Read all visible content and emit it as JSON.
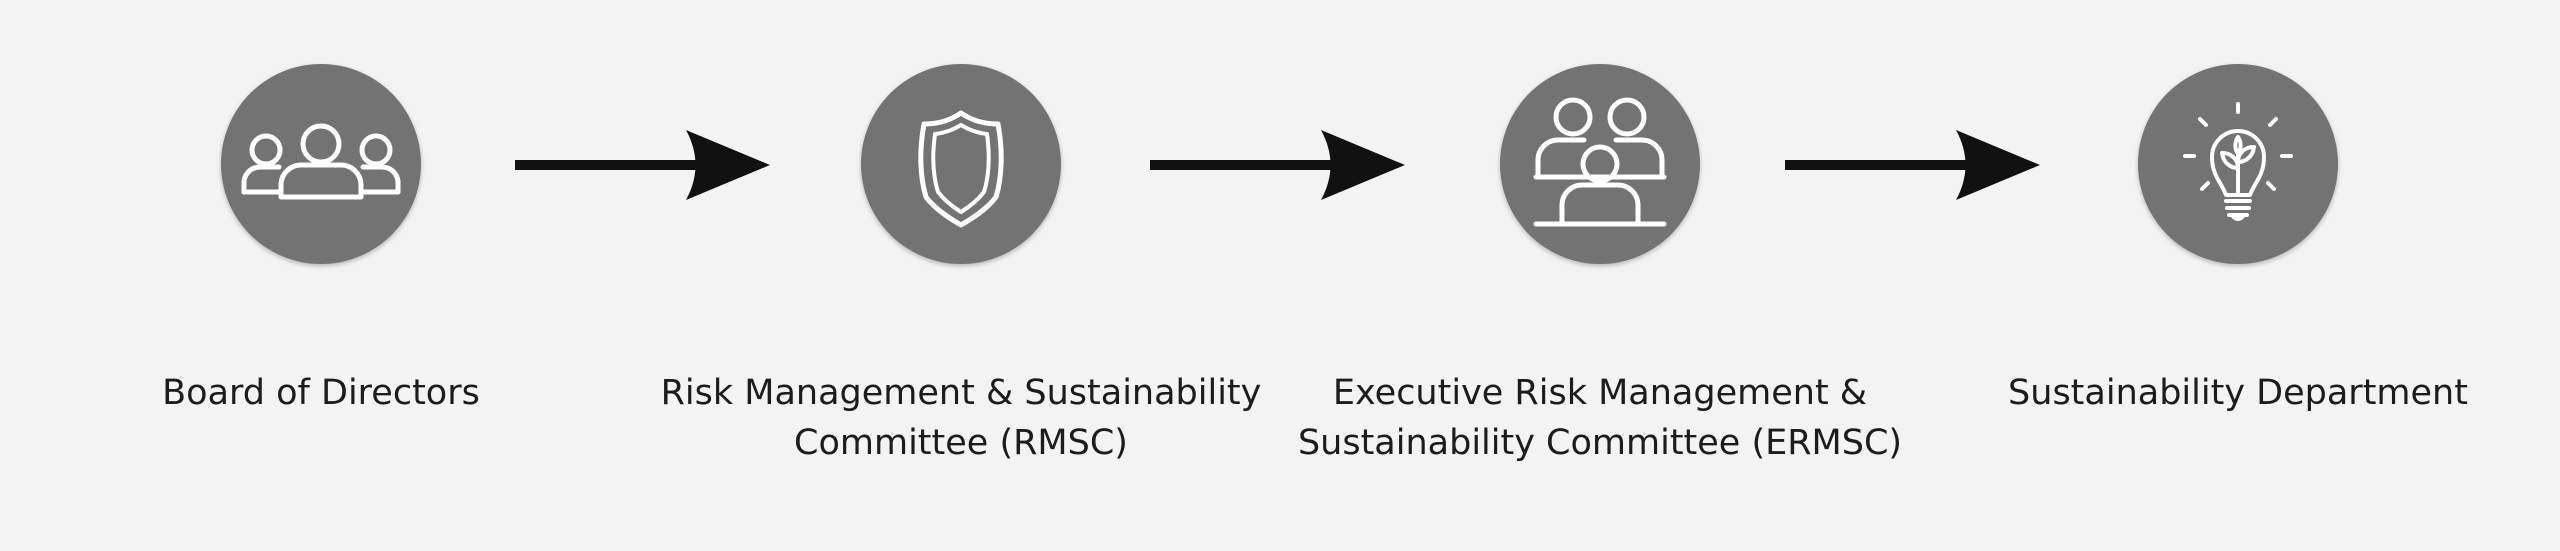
{
  "nodes": [
    {
      "icon": "group-people-icon",
      "label_lines": [
        "Board of Directors"
      ]
    },
    {
      "icon": "shield-icon",
      "label_lines": [
        "Risk Management & Sustainability",
        "Committee (RMSC)"
      ]
    },
    {
      "icon": "meeting-people-icon",
      "label_lines": [
        "Executive Risk Management &",
        "Sustainability Committee (ERMSC)"
      ]
    },
    {
      "icon": "lightbulb-plant-icon",
      "label_lines": [
        "Sustainability Department"
      ]
    }
  ],
  "colors": {
    "background": "#f3f3f3",
    "circle": "#737373",
    "icon_stroke": "#ffffff",
    "arrow": "#111111",
    "text": "#1c1c1c"
  }
}
